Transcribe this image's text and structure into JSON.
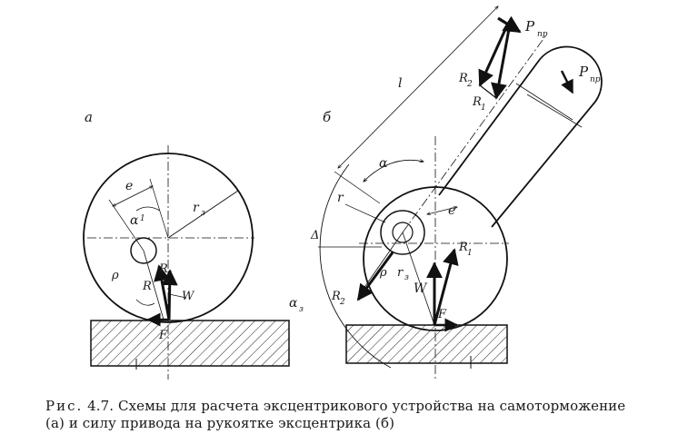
{
  "figure": {
    "panel_a": {
      "panel_label": "а",
      "labels": {
        "e": "e",
        "alpha": "α",
        "alpha_sub": "1",
        "r3": "r",
        "r3_sub": "з",
        "R": "R",
        "R_lower": "R",
        "rho": "ρ",
        "W": "W",
        "F": "F"
      }
    },
    "panel_b": {
      "panel_label": "б",
      "labels": {
        "l": "l",
        "P": "P",
        "P_sub": "пр",
        "P2": "P",
        "P2_sub": "пр",
        "R2": "R",
        "R2_sub": "2",
        "R1": "R",
        "R1_sub": "1",
        "alpha": "α",
        "r": "r",
        "e": "e",
        "delta": "Δ",
        "rho": "ρ",
        "r3": "r",
        "r3_sub": "з",
        "W": "W",
        "R1b": "R",
        "R1b_sub": "1",
        "F": "F",
        "R2b": "R",
        "R2b_sub": "2",
        "alpha3": "α",
        "alpha3_sub": "з"
      }
    }
  },
  "caption": {
    "prefix": "Рис.",
    "number": "4.7.",
    "text": "Схемы для расчета эксцентрикового устройства на самоторможение (а) и силу привода на рукоятке эксцентрика (б)"
  }
}
